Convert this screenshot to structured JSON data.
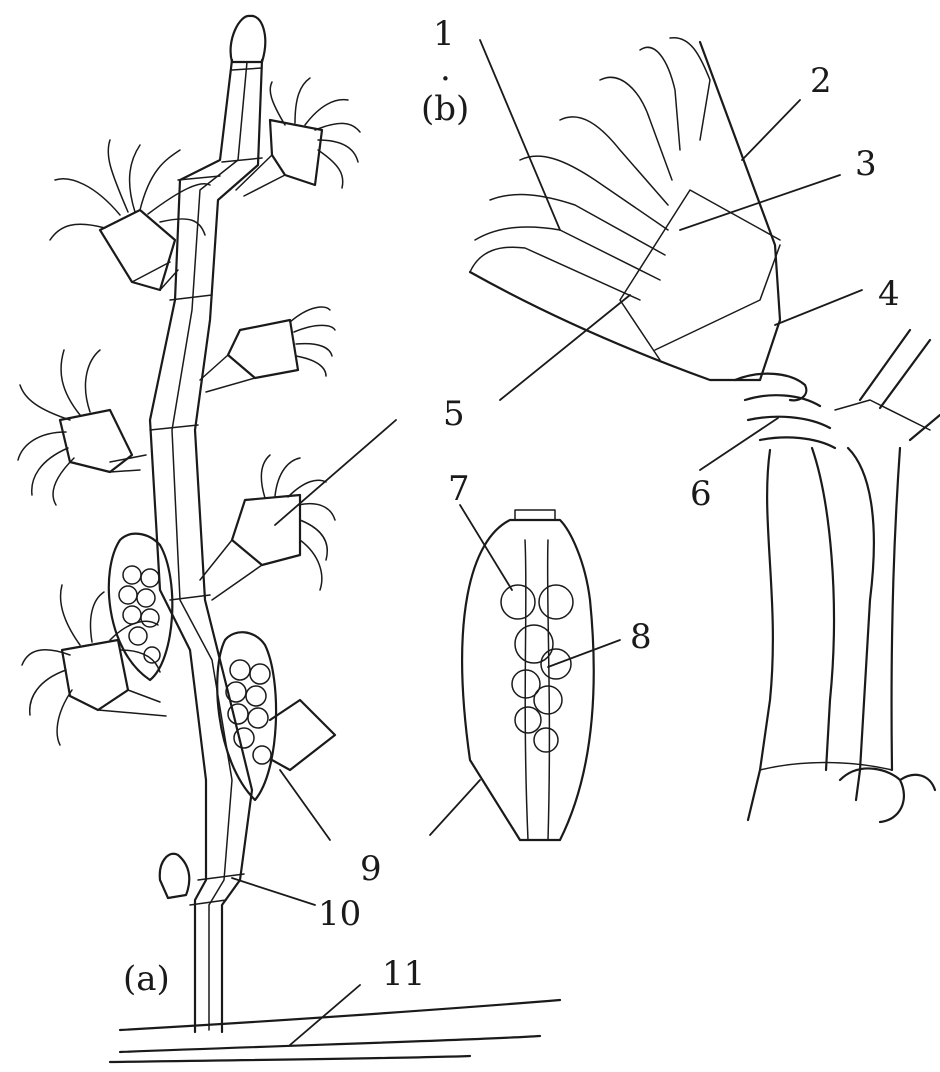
{
  "panels": [
    {
      "id": "a",
      "label": "(a)"
    },
    {
      "id": "b",
      "label": "(b)"
    }
  ],
  "numbers": [
    "1",
    "2",
    "3",
    "4",
    "5",
    "6",
    "7",
    "8",
    "9",
    "10",
    "11"
  ],
  "dot": "."
}
